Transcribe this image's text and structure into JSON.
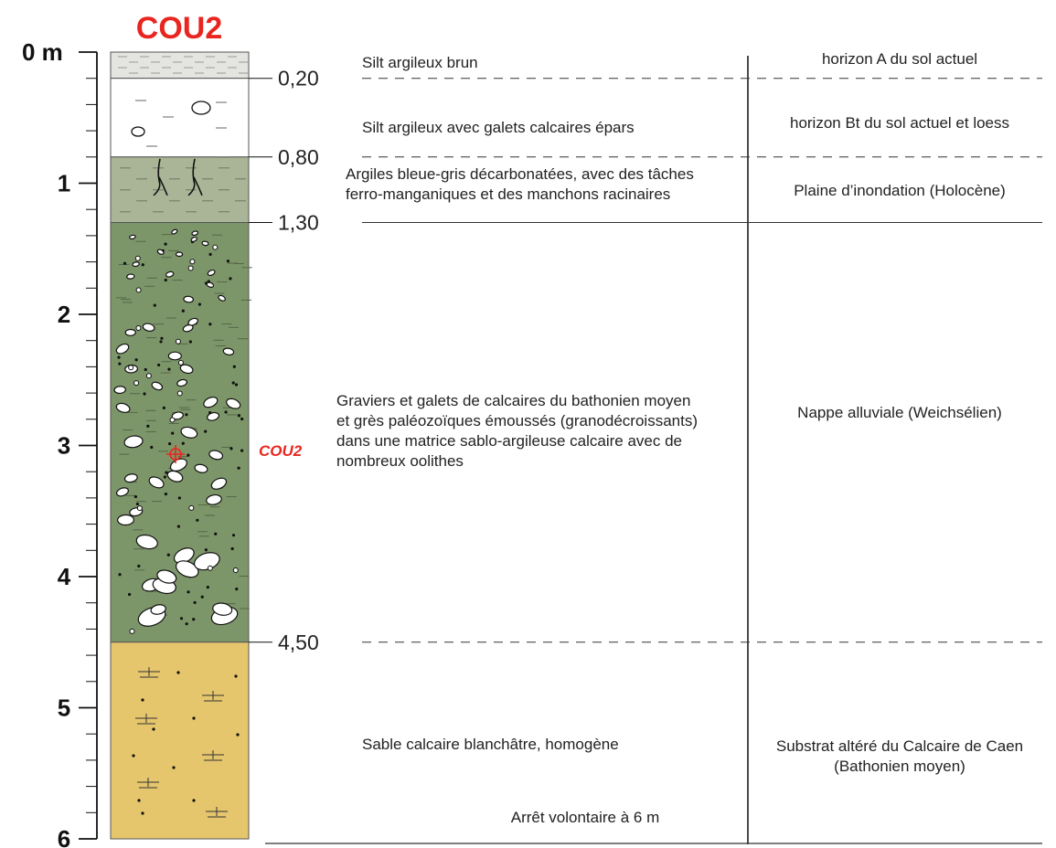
{
  "title": "COU2",
  "depth_labels": [
    "0 m",
    "1",
    "2",
    "3",
    "4",
    "5",
    "6"
  ],
  "boundary_labels": [
    "0,20",
    "0,80",
    "1,30",
    "4,50"
  ],
  "sample_label": "COU2",
  "layers": [
    {
      "top": 0,
      "bottom": 0.2,
      "fill": "#e4e4e1",
      "pattern": "silt",
      "description": [
        "Silt argileux brun"
      ],
      "interpretation": [
        "horizon A du sol actuel"
      ]
    },
    {
      "top": 0.2,
      "bottom": 0.8,
      "fill": "#ffffff",
      "pattern": "silt-pebbles",
      "description": [
        "Silt argileux avec galets calcaires épars"
      ],
      "interpretation": [
        "horizon Bt du sol actuel et loess"
      ]
    },
    {
      "top": 0.8,
      "bottom": 1.3,
      "fill": "#aab597",
      "pattern": "clay-roots",
      "description": [
        "Argiles bleue-gris décarbonatées, avec des tâches",
        "ferro-manganiques et des manchons racinaires"
      ],
      "interpretation": [
        "Plaine d’inondation (Holocène)"
      ]
    },
    {
      "top": 1.3,
      "bottom": 4.5,
      "fill": "#7d9669",
      "pattern": "gravel",
      "description": [
        "Graviers et galets de calcaires du bathonien moyen",
        "et grès paléozoïques émoussés (granodécroissants)",
        "dans une matrice sablo-argileuse calcaire avec de",
        "nombreux oolithes"
      ],
      "interpretation": [
        "Nappe alluviale (Weichsélien)"
      ]
    },
    {
      "top": 4.5,
      "bottom": 6.0,
      "fill": "#e6c66d",
      "pattern": "sand",
      "description": [
        "Sable calcaire blanchâtre, homogène"
      ],
      "interpretation": [
        "Substrat altéré du Calcaire de Caen",
        "(Bathonien moyen)"
      ]
    }
  ],
  "stop_note": "Arrêt volontaire à 6 m",
  "colors": {
    "accent": "#e8261f",
    "ink": "#222222"
  }
}
